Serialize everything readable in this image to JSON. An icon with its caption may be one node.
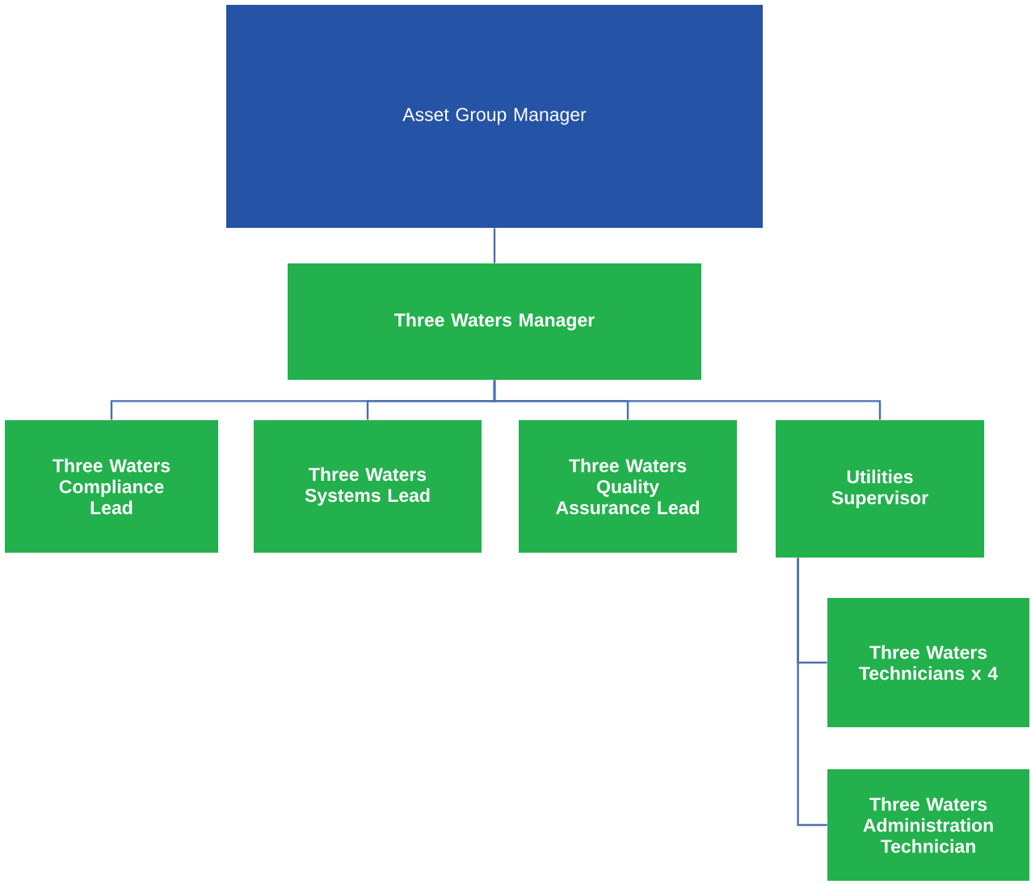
{
  "diagram": {
    "nodes": [
      {
        "text": [
          "Asset Group Manager"
        ]
      },
      {
        "text": [
          "Three Waters Manager"
        ]
      },
      {
        "text": [
          "Three Waters Compliance Lead"
        ]
      },
      {
        "text": [
          "Three Waters Systems Lead"
        ]
      },
      {
        "text": [
          "Three Waters Quality Assurance Lead"
        ]
      },
      {
        "text": [
          "Utilities Supervisor"
        ]
      },
      {
        "text": [
          "Three Waters Technicians x 4"
        ]
      },
      {
        "text": [
          "Three Waters Administration Technician"
        ]
      }
    ],
    "edges": [
      {
        "from": 0,
        "to": 1,
        "arrow": "none"
      },
      {
        "from": 1,
        "to": 2,
        "arrow": "none"
      },
      {
        "from": 1,
        "to": 3,
        "arrow": "none"
      },
      {
        "from": 1,
        "to": 4,
        "arrow": "none"
      },
      {
        "from": 1,
        "to": 5,
        "arrow": "none"
      },
      {
        "from": 5,
        "to": 6,
        "arrow": "none"
      },
      {
        "from": 5,
        "to": 7,
        "arrow": "none"
      }
    ]
  }
}
